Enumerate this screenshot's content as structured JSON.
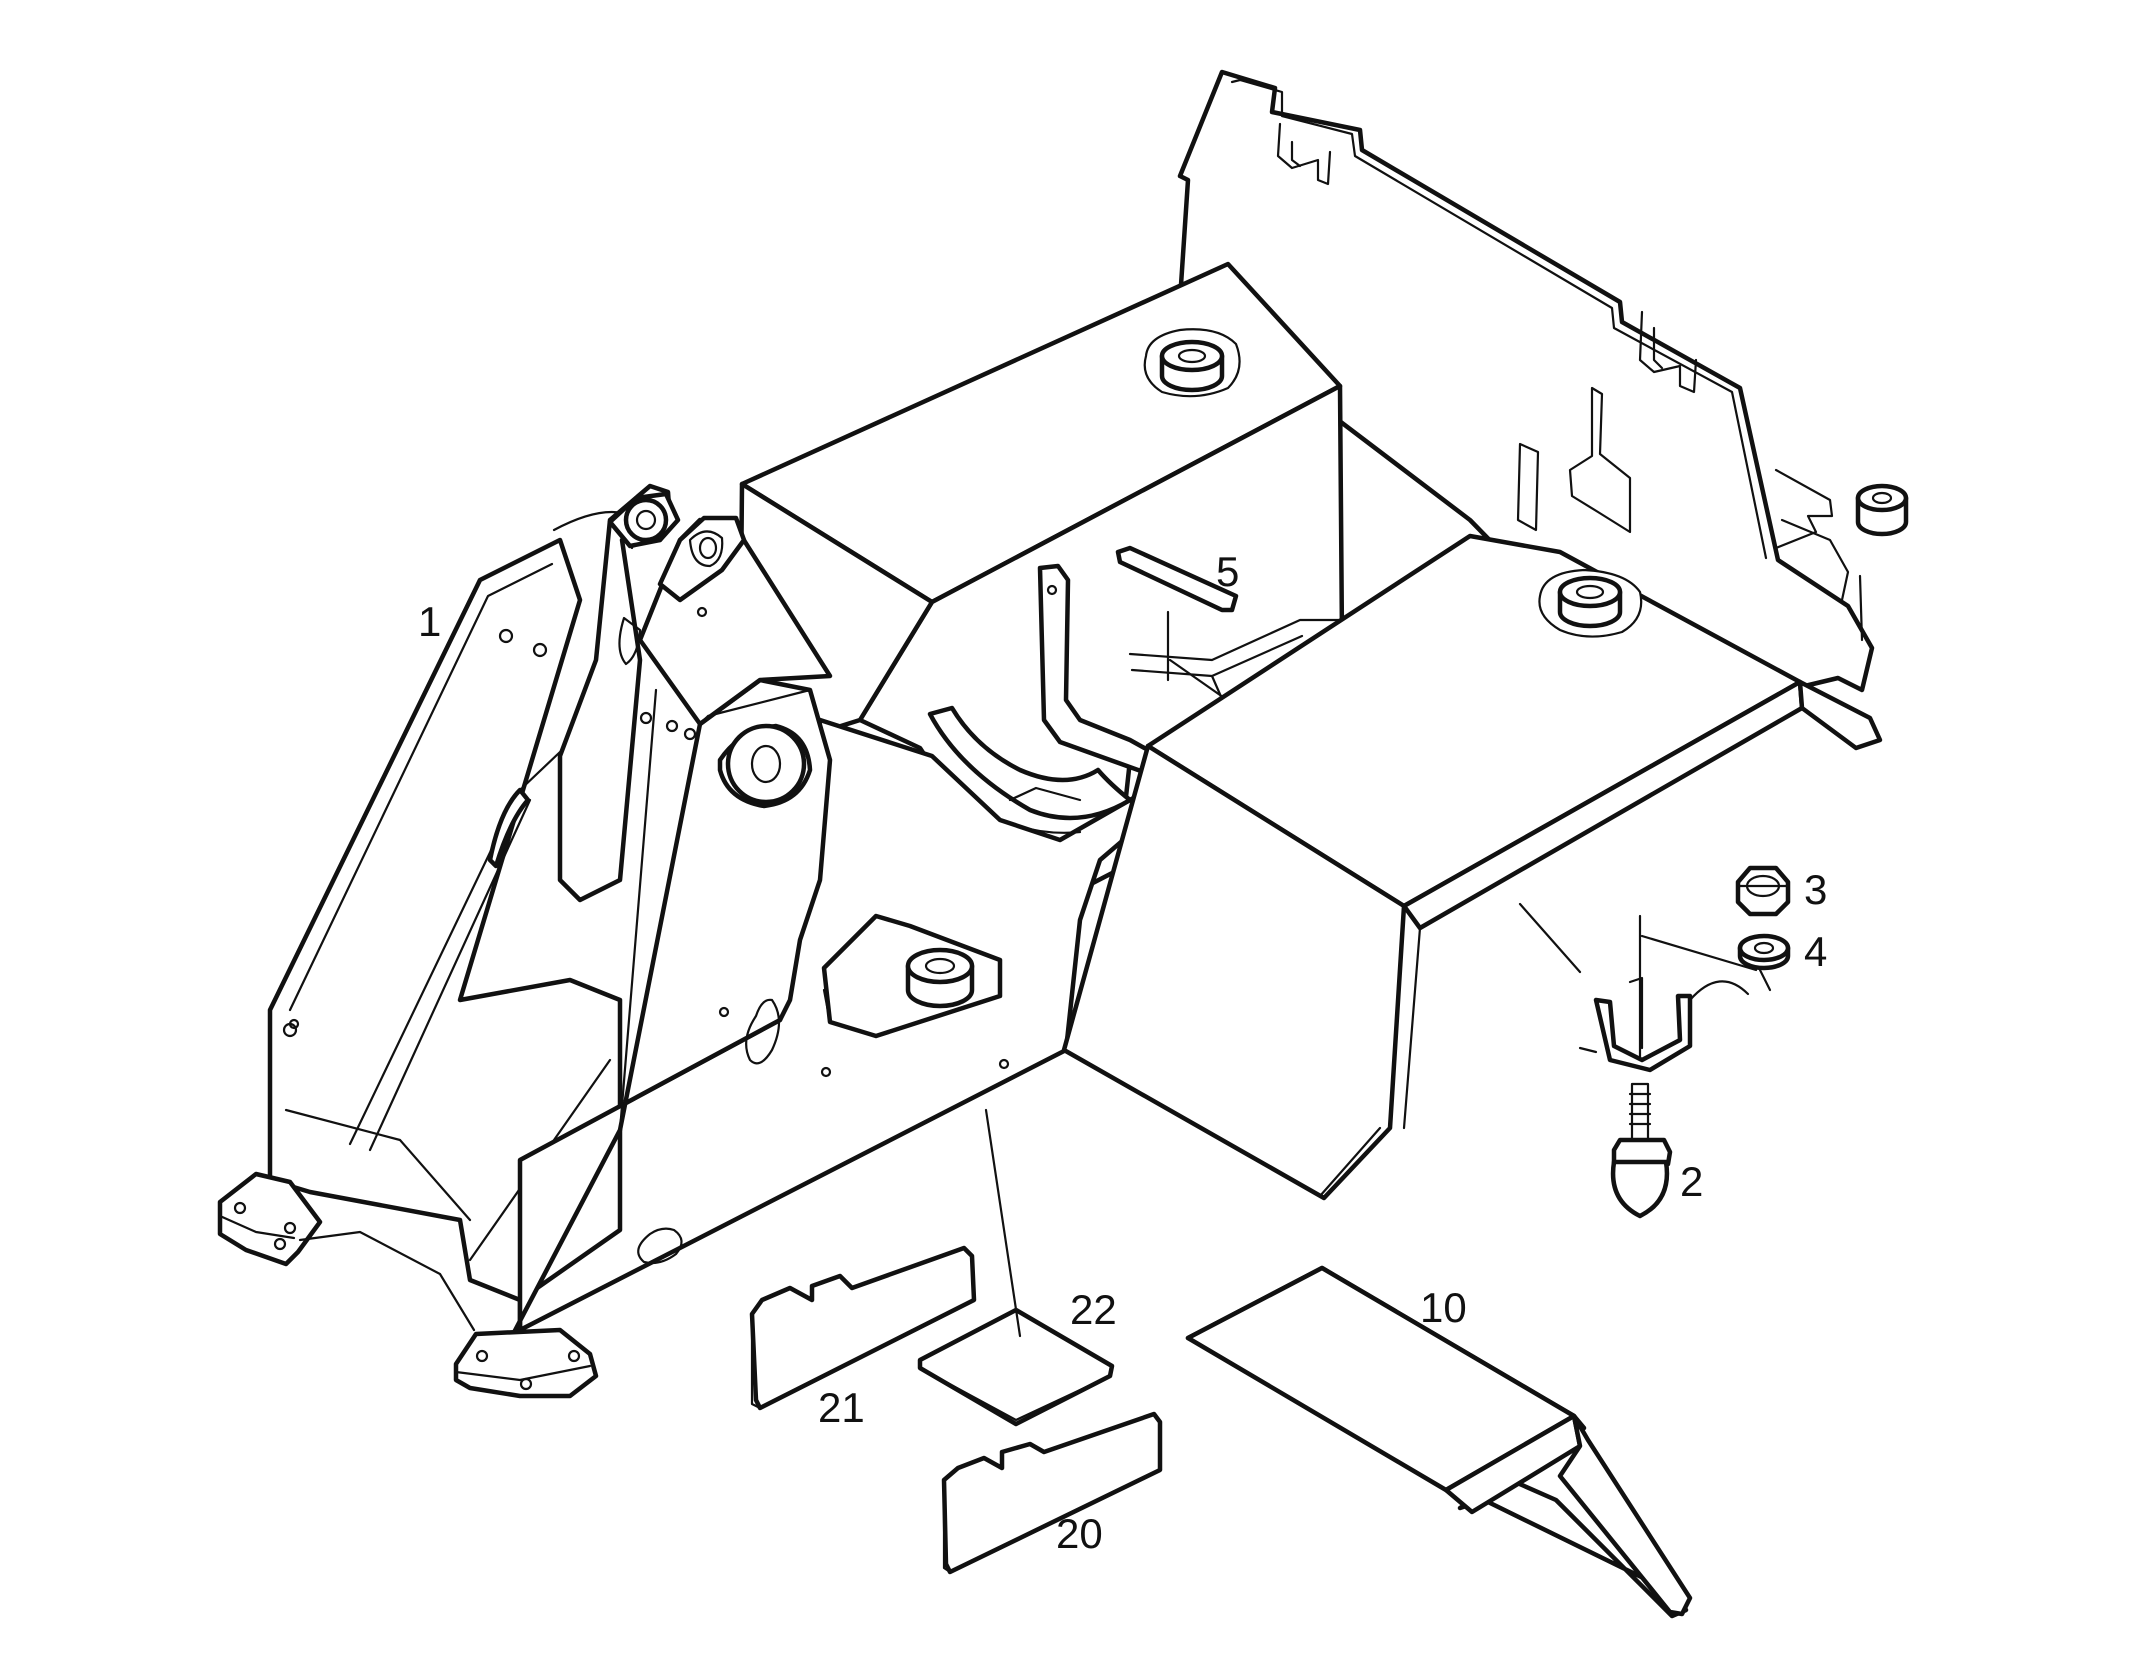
{
  "callouts": {
    "main_frame": "1",
    "bumper_stop": "2",
    "nut": "3",
    "washer": "4",
    "bar": "5",
    "floor_plate": "10",
    "shim_20": "20",
    "shim_21": "21",
    "pad": "22"
  }
}
